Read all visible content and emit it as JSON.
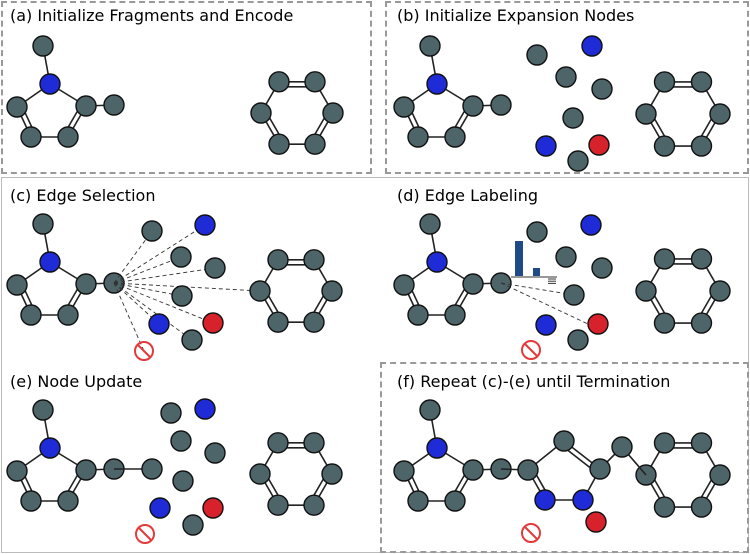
{
  "colors": {
    "atom_gray": "#4d6568",
    "atom_blue": "#1f2bd6",
    "atom_red": "#d8222b",
    "bar_blue": "#1f4a8a",
    "stop_red": "#e33b3b",
    "frame": "#999999"
  },
  "panels": {
    "a": {
      "title": "(a) Initialize Fragments and Encode"
    },
    "b": {
      "title": "(b) Initialize Expansion Nodes"
    },
    "c": {
      "title": "(c) Edge Selection"
    },
    "d": {
      "title": "(d) Edge Labeling"
    },
    "e": {
      "title": "(e) Node Update"
    },
    "f": {
      "title": "(f) Repeat (c)-(e) until Termination"
    }
  },
  "icons": {
    "stop": "prohibited-sign-icon",
    "bar_chart": "bar-chart-icon"
  }
}
